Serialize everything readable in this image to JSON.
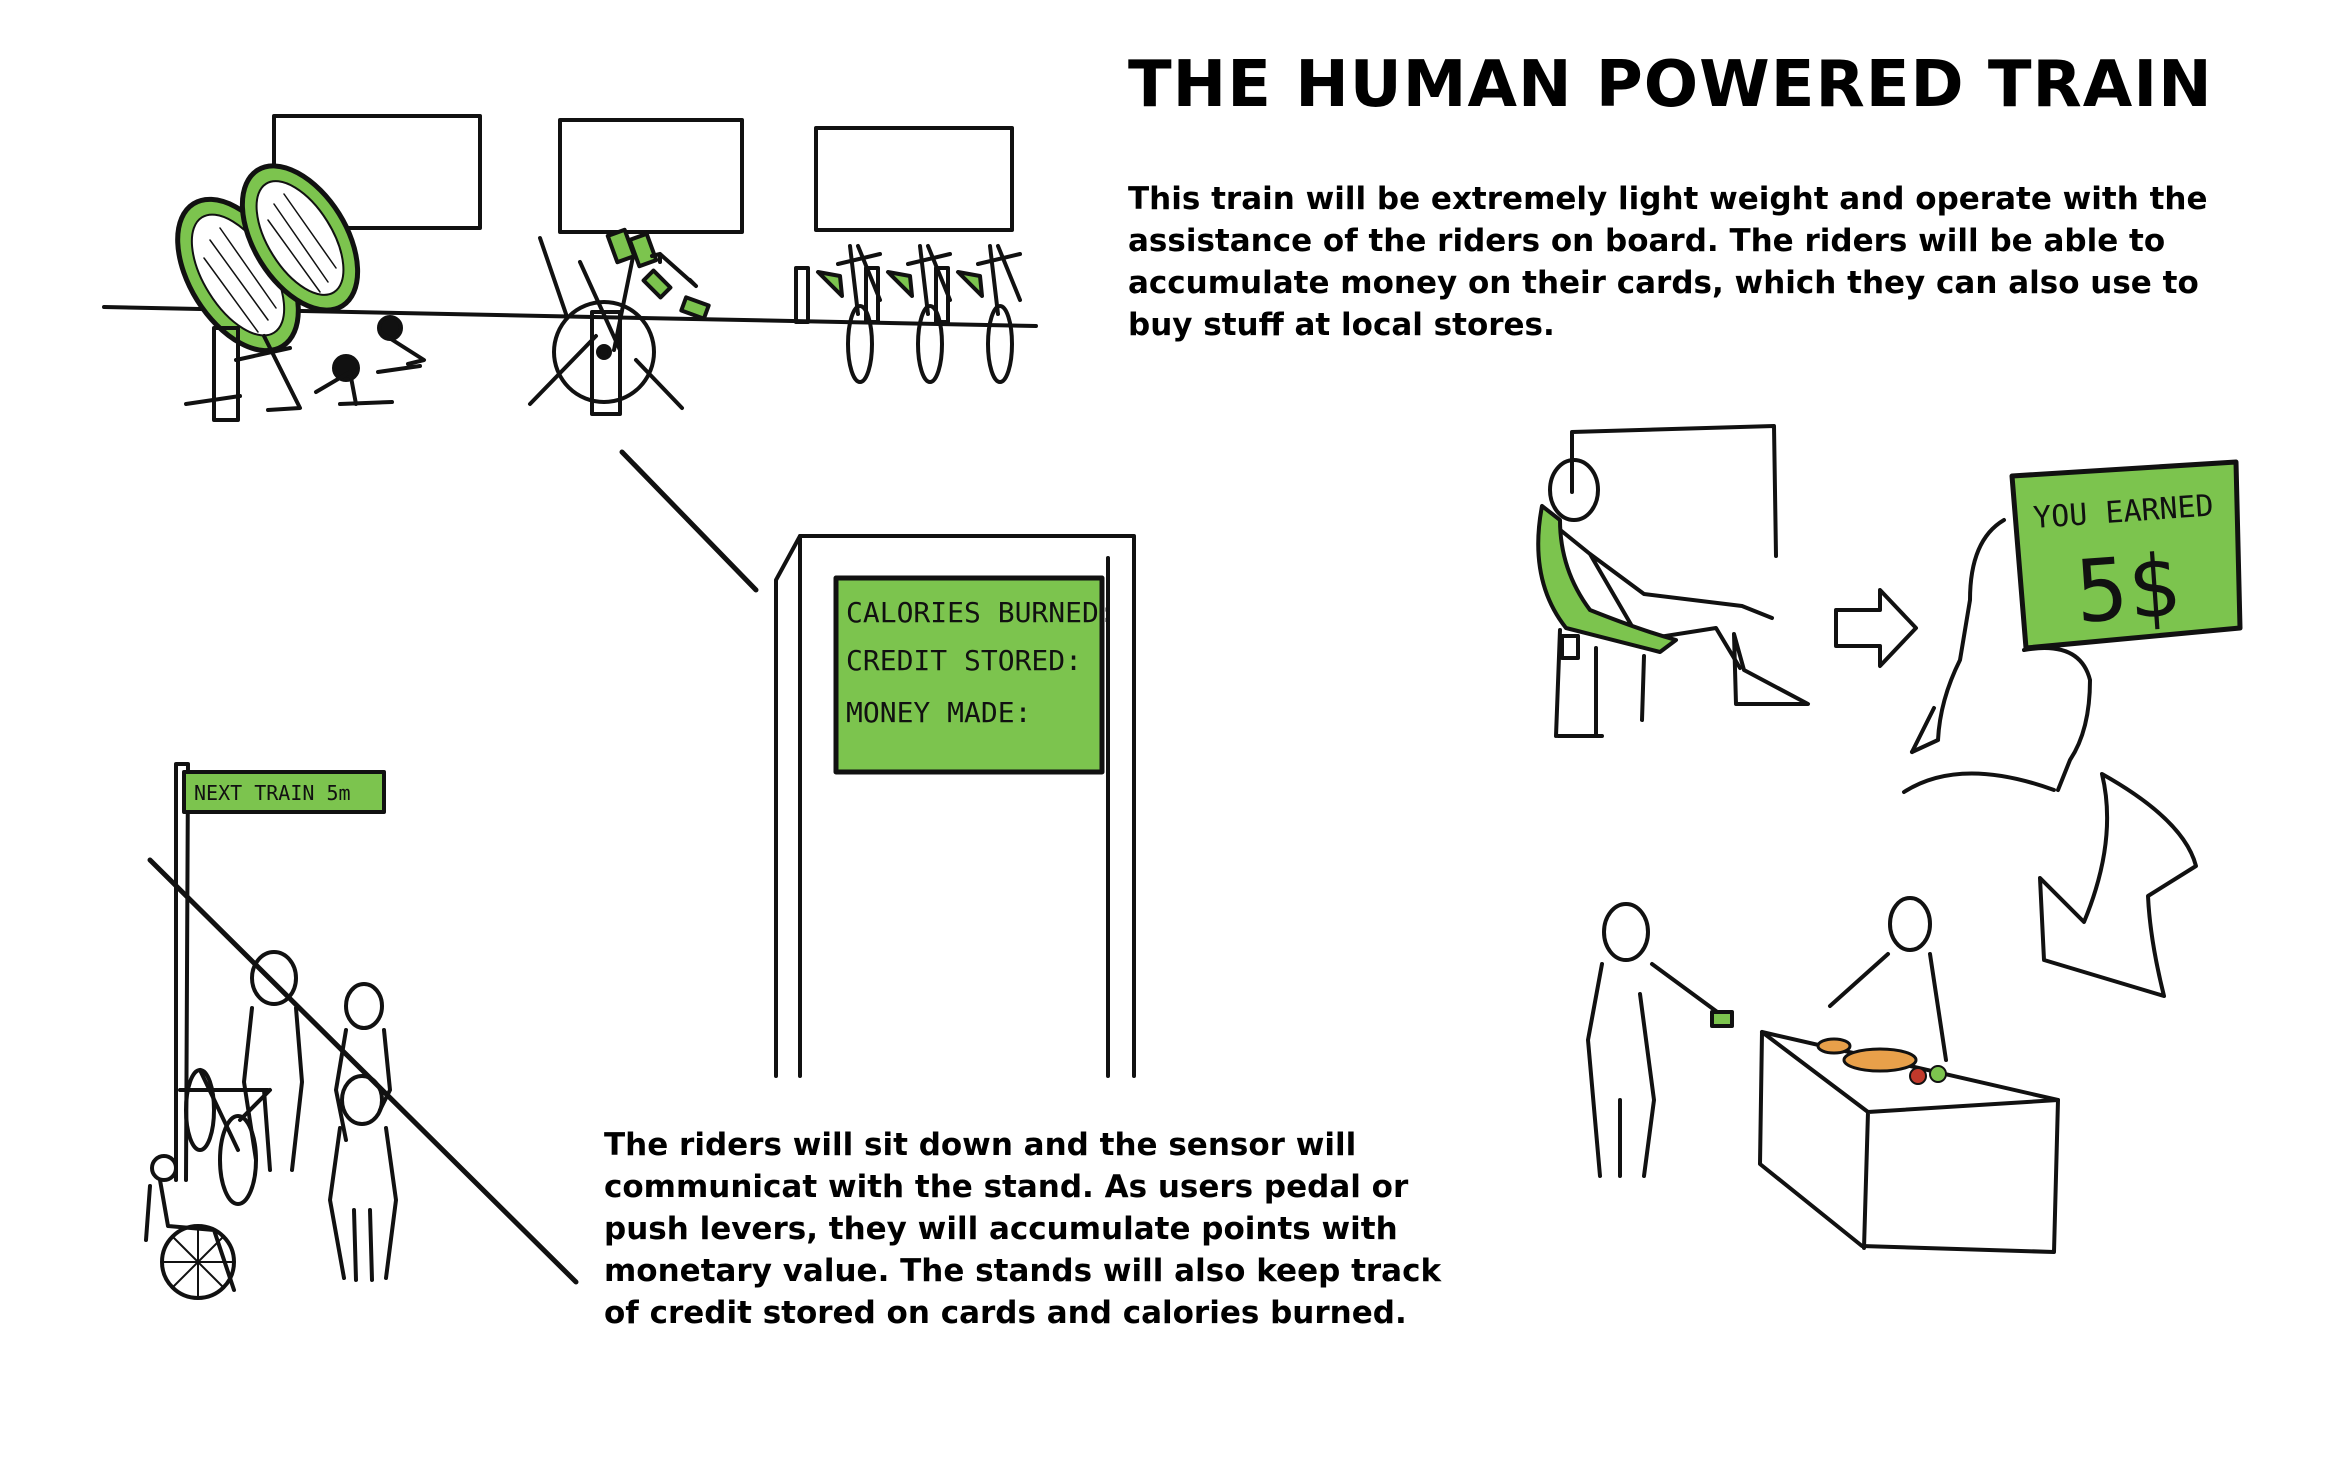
{
  "title": "THE HUMAN POWERED TRAIN",
  "intro_lines": [
    "This train will be extremely light weight and operate with the",
    "assistance of the riders on board. The riders will be able to",
    "accumulate money on their cards, which they can also use to",
    "buy stuff at local stores."
  ],
  "explain_lines": [
    "The riders will sit down and the sensor will",
    "communicat with the stand.  As users pedal or",
    "push levers, they will accumulate points with",
    "monetary value.  The stands will also keep track",
    "of credit stored on cards and calories burned."
  ],
  "stand_screen": {
    "line1": "CALORIES BURNED:",
    "line2": "CREDIT STORED:",
    "line3": "MONEY MADE:"
  },
  "platform_sign": "NEXT TRAIN 5m",
  "card": {
    "label": "YOU EARNED",
    "amount": "5$"
  },
  "colors": {
    "accent_green": "#7cc44e",
    "ink": "#111111"
  }
}
